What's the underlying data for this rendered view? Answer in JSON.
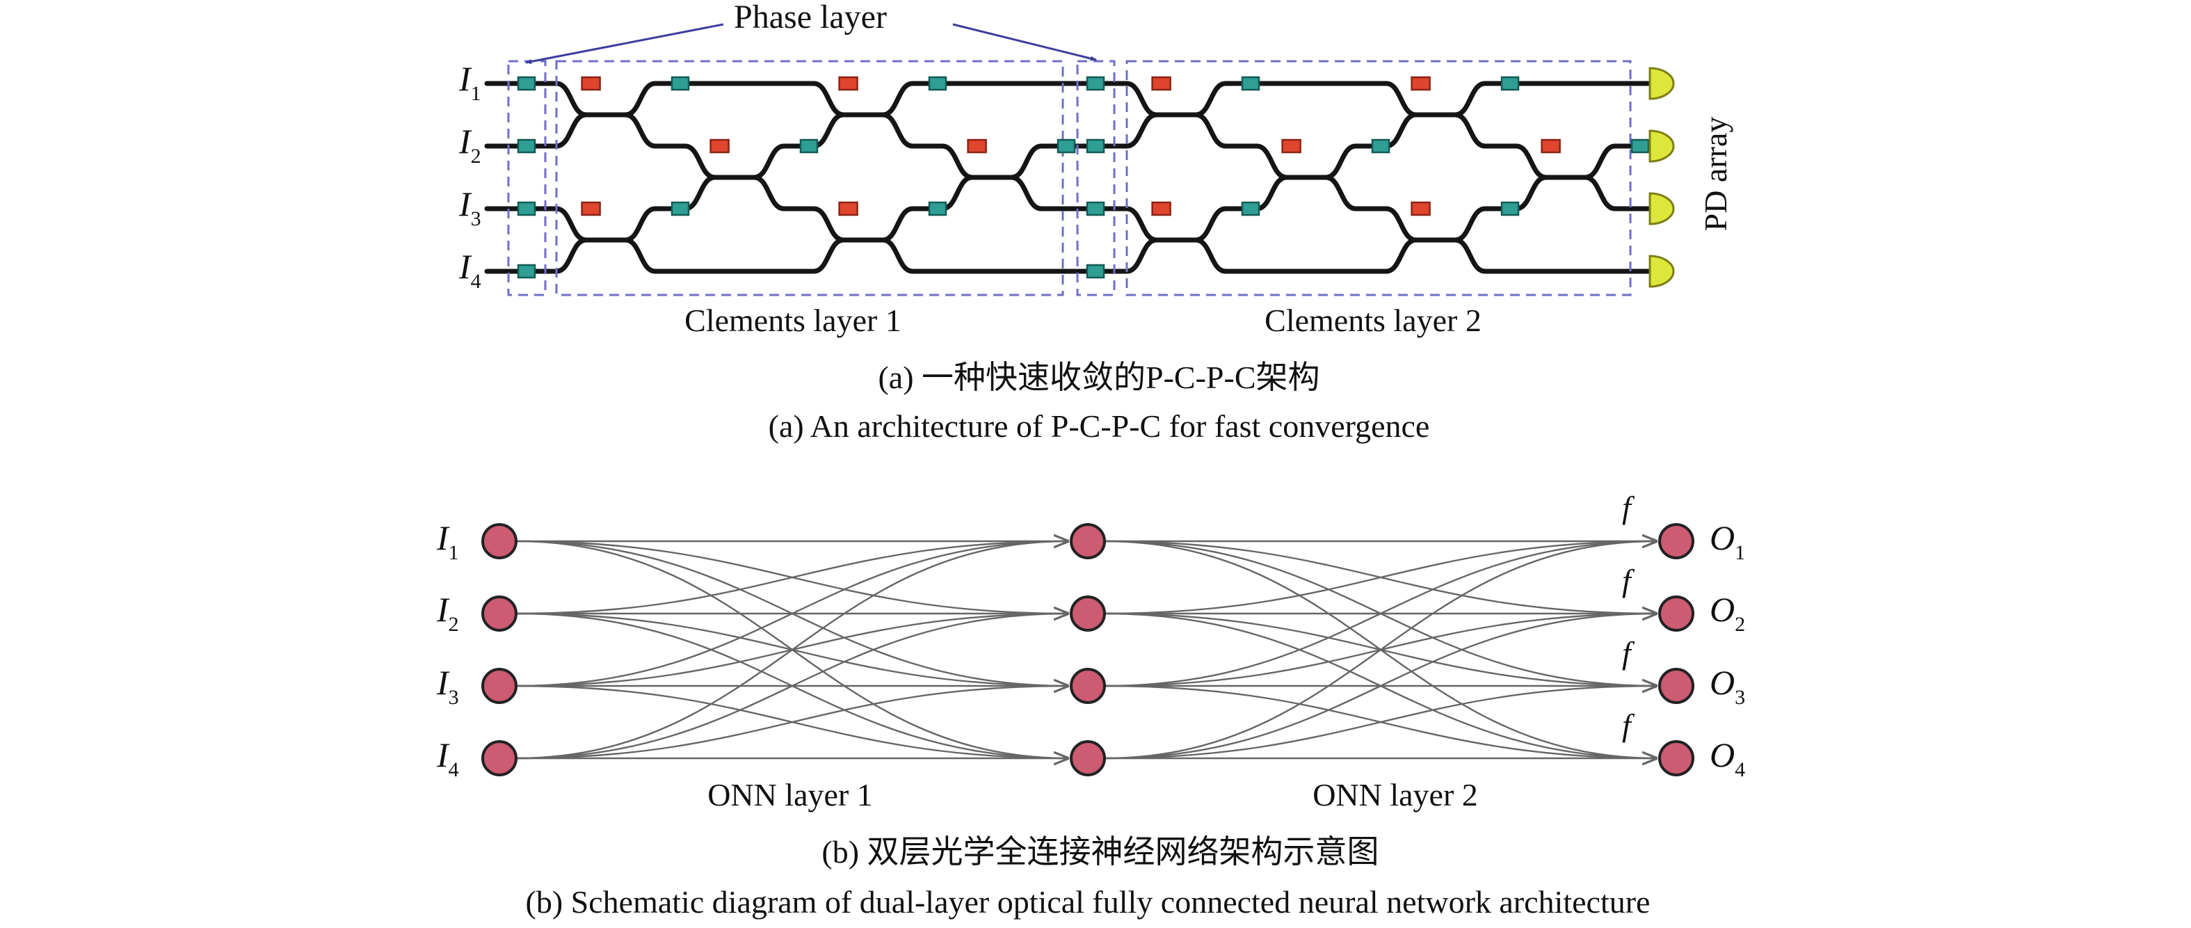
{
  "panel_a": {
    "phase_layer_label": "Phase layer",
    "clements_layer_1_label": "Clements layer 1",
    "clements_layer_2_label": "Clements layer 2",
    "pd_array_label": "PD array",
    "caption_cn": "(a) 一种快速收敛的P-C-P-C架构",
    "caption_en": "(a) An architecture of P-C-P-C for fast convergence",
    "inputs": [
      {
        "letter": "I",
        "sub": "1"
      },
      {
        "letter": "I",
        "sub": "2"
      },
      {
        "letter": "I",
        "sub": "3"
      },
      {
        "letter": "I",
        "sub": "4"
      }
    ],
    "colors": {
      "phase_shifter": "#2f9f95",
      "mzi_phase": "#e0452d",
      "photodetector": "#dde63a",
      "dashed_box": "#6f6fc8"
    }
  },
  "panel_b": {
    "onn_layer_1_label": "ONN layer 1",
    "onn_layer_2_label": "ONN layer 2",
    "caption_cn": "(b) 双层光学全连接神经网络架构示意图",
    "caption_en": "(b) Schematic diagram of dual-layer optical fully connected neural network architecture",
    "activation": "f",
    "inputs": [
      {
        "letter": "I",
        "sub": "1"
      },
      {
        "letter": "I",
        "sub": "2"
      },
      {
        "letter": "I",
        "sub": "3"
      },
      {
        "letter": "I",
        "sub": "4"
      }
    ],
    "outputs": [
      {
        "letter": "O",
        "sub": "1"
      },
      {
        "letter": "O",
        "sub": "2"
      },
      {
        "letter": "O",
        "sub": "3"
      },
      {
        "letter": "O",
        "sub": "4"
      }
    ],
    "colors": {
      "neuron": "#cd5b72"
    }
  }
}
